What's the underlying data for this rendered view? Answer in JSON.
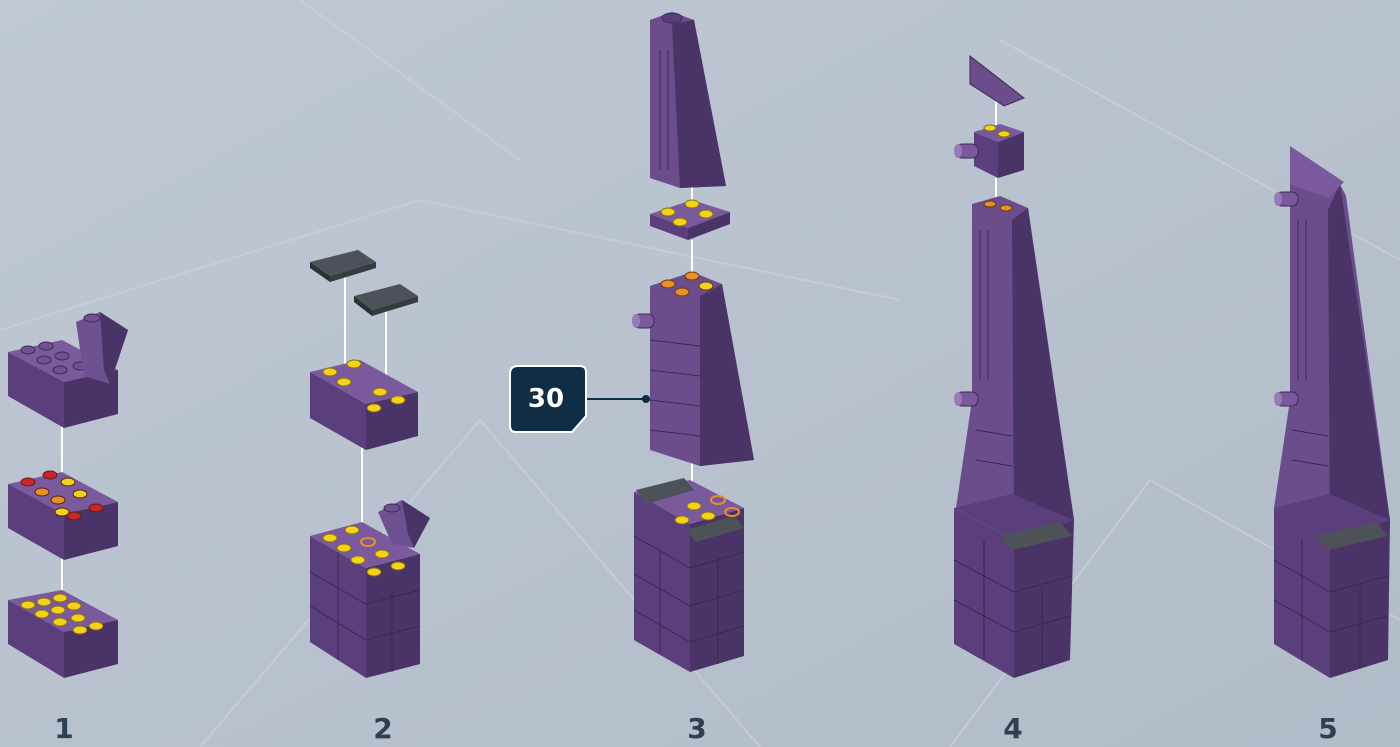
{
  "steps": [
    {
      "label": "1"
    },
    {
      "label": "2"
    },
    {
      "label": "3"
    },
    {
      "label": "4"
    },
    {
      "label": "5"
    }
  ],
  "callout": {
    "quantity": "30"
  },
  "colors": {
    "background": "#b9c2ce",
    "brick_purple": "#6b4d8c",
    "brick_purple_dark": "#4a3366",
    "stud_yellow": "#f2d21a",
    "stud_orange": "#e8902a",
    "stud_red": "#c8262a",
    "tile_grey": "#3f4448",
    "callout_fill": "#0f2d45",
    "step_number": "#2e3f52"
  }
}
